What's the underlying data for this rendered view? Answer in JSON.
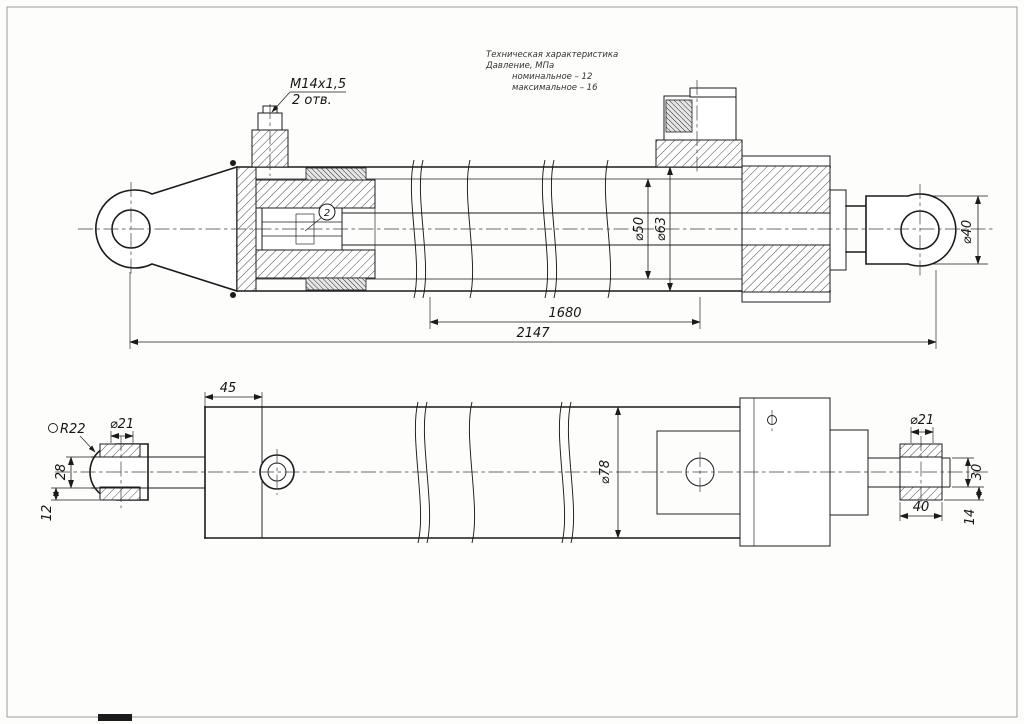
{
  "drawing": {
    "background": "#ffffff",
    "ink": "#1b1b1b",
    "tech_note": {
      "title": "Техническая характеристика",
      "pressure_label": "Давление, МПа",
      "nominal": "номинальное – 12",
      "maximal": "максимальное – 16"
    },
    "top_view": {
      "thread_label": "М14х1,5",
      "thread_holes_label": "2 отв.",
      "callout": "2",
      "dims": {
        "bore": "⌀50",
        "tube_od": "⌀63",
        "rod_eye": "⌀40",
        "stroke_len": "1680",
        "overall_len": "2147"
      }
    },
    "bottom_view": {
      "dims": {
        "len_45": "45",
        "eye_radius": "R22",
        "pin_left": "⌀21",
        "h_28": "28",
        "h_12": "12",
        "body_od": "⌀78",
        "pin_right": "⌀21",
        "h_30": "30",
        "len_40": "40",
        "h_14": "14"
      }
    }
  }
}
